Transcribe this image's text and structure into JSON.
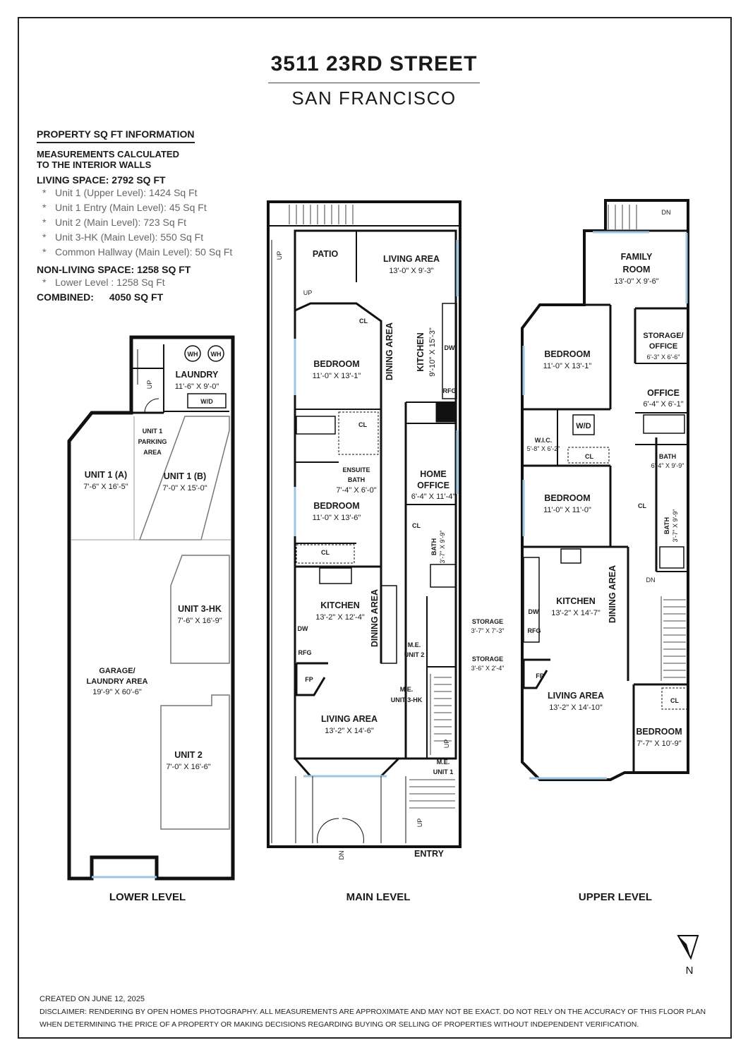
{
  "address": "3511 23RD STREET",
  "city": "SAN FRANCISCO",
  "info": {
    "heading": "PROPERTY SQ FT INFORMATION",
    "note_line1": "MEASUREMENTS CALCULATED",
    "note_line2": "TO THE INTERIOR WALLS",
    "living_space": "LIVING SPACE: 2792 SQ FT",
    "living_items": [
      "Unit 1 (Upper Level): 1424 Sq Ft",
      "Unit 1 Entry (Main Level): 45 Sq Ft",
      "Unit 2 (Main Level): 723 Sq Ft",
      "Unit 3-HK (Main Level): 550 Sq Ft",
      "Common Hallway (Main Level): 50 Sq Ft"
    ],
    "non_living_space": "NON-LIVING SPACE: 1258 SQ FT",
    "non_living_items": [
      "Lower Level : 1258 Sq Ft"
    ],
    "combined_label": "COMBINED:",
    "combined_value": "4050 SQ FT"
  },
  "levels": {
    "lower": "LOWER LEVEL",
    "main": "MAIN LEVEL",
    "upper": "UPPER LEVEL"
  },
  "lower_rooms": {
    "laundry": "LAUNDRY",
    "laundry_dim": "11'-6\" X 9'-0\"",
    "wh1": "WH",
    "wh2": "WH",
    "wd": "W/D",
    "up": "UP",
    "parking_l1": "UNIT 1",
    "parking_l2": "PARKING",
    "parking_l3": "AREA",
    "u1a": "UNIT 1 (A)",
    "u1a_dim": "7'-6\" X 16'-5\"",
    "u1b": "UNIT 1 (B)",
    "u1b_dim": "7'-0\" X 15'-0\"",
    "u3hk": "UNIT 3-HK",
    "u3hk_dim": "7'-6\" X 16'-9\"",
    "garage_l1": "GARAGE/",
    "garage_l2": "LAUNDRY AREA",
    "garage_dim": "19'-9\" X 60'-6\"",
    "u2": "UNIT 2",
    "u2_dim": "7'-0\" X 16'-6\""
  },
  "main_rooms": {
    "patio": "PATIO",
    "up1": "UP",
    "up2": "UP",
    "up3": "UP",
    "up4": "UP",
    "dn": "DN",
    "living_top": "LIVING AREA",
    "living_top_dim": "13'-0\" X 9'-3\"",
    "cl1": "CL",
    "dining_top": "DINING AREA",
    "kitchen_top": "KITCHEN",
    "kitchen_top_dim": "9'-10\" X 15'-3\"",
    "dw1": "DW",
    "rfg1": "RFG",
    "bedroom1": "BEDROOM",
    "bedroom1_dim": "11'-0\" X 13'-1\"",
    "cl2": "CL",
    "ensuite_l1": "ENSUITE",
    "ensuite_l2": "BATH",
    "ensuite_dim": "7'-4\" X 6'-0\"",
    "bedroom2": "BEDROOM",
    "bedroom2_dim": "11'-0\" X 13'-6\"",
    "home_office_l1": "HOME",
    "home_office_l2": "OFFICE",
    "home_office_dim": "6'-4\" X 11'-4\"",
    "cl3": "CL",
    "cl4": "CL",
    "bath": "BATH",
    "bath_dim": "3'-7\" X 9'-9\"",
    "kitchen": "KITCHEN",
    "kitchen_dim": "13'-2\" X 12'-4\"",
    "dw2": "DW",
    "rfg2": "RFG",
    "fp": "FP",
    "dining_mid": "DINING AREA",
    "me2_l1": "M.E.",
    "me2_l2": "UNIT 2",
    "storage1": "STORAGE",
    "storage1_dim": "3'-7\" X 7'-3\"",
    "storage2": "STORAGE",
    "storage2_dim": "3'-6\" X 2'-4\"",
    "me3_l1": "M.E.",
    "me3_l2": "UNIT 3-HK",
    "living": "LIVING AREA",
    "living_dim": "13'-2\" X 14'-6\"",
    "me1_l1": "M.E.",
    "me1_l2": "UNIT 1",
    "entry": "ENTRY"
  },
  "upper_rooms": {
    "dn1": "DN",
    "dn2": "DN",
    "family_l1": "FAMILY",
    "family_l2": "ROOM",
    "family_dim": "13'-0\" X 9'-6\"",
    "storage_l1": "STORAGE/",
    "storage_l2": "OFFICE",
    "storage_dim": "6'-3\" X 6'-6\"",
    "bedroom1": "BEDROOM",
    "bedroom1_dim": "11'-0\" X 13'-1\"",
    "office": "OFFICE",
    "office_dim": "6'-4\" X 6'-1\"",
    "wic": "W.I.C.",
    "wic_dim": "5'-8\" X 6'-2\"",
    "wd": "W/D",
    "cl1": "CL",
    "cl2": "CL",
    "cl3": "CL",
    "bath": "BATH",
    "bath_dim": "6'-4\" X 9'-9\"",
    "bedroom2": "BEDROOM",
    "bedroom2_dim": "11'-0\" X 11'-0\"",
    "bath2": "BATH",
    "bath2_dim": "3'-7\" X 9'-9\"",
    "kitchen": "KITCHEN",
    "kitchen_dim": "13'-2\" X 14'-7\"",
    "dw": "DW",
    "rfg": "RFG",
    "fp": "FP",
    "dining": "DINING AREA",
    "living": "LIVING AREA",
    "living_dim": "13'-2\" X 14'-10\"",
    "bedroom3": "BEDROOM",
    "bedroom3_dim": "7'-7\" X 10'-9\""
  },
  "north_label": "N",
  "footer": {
    "created": "CREATED ON JUNE 12, 2025",
    "disclaimer1": "DISCLAIMER: RENDERING BY OPEN HOMES PHOTOGRAPHY. ALL MEASUREMENTS ARE APPROXIMATE AND MAY NOT BE EXACT. DO NOT RELY ON THE ACCURACY OF THIS FLOOR PLAN",
    "disclaimer2": "WHEN DETERMINING THE PRICE OF A PROPERTY OR MAKING DECISIONS REGARDING BUYING OR SELLING OF PROPERTIES WITHOUT INDEPENDENT VERIFICATION."
  }
}
